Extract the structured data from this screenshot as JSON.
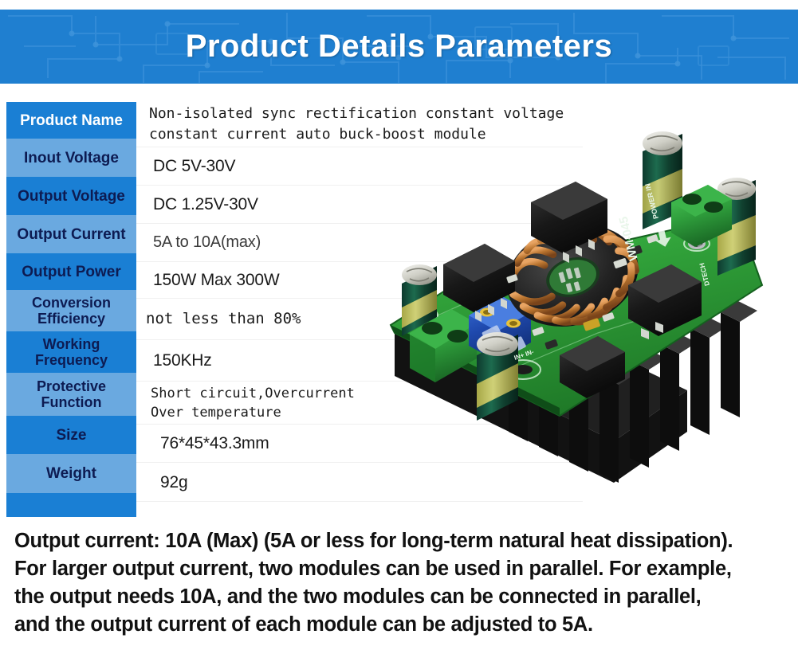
{
  "header": {
    "title": "Product Details Parameters",
    "background_color": "#1f7fd0",
    "title_color": "#ffffff"
  },
  "table": {
    "label_color_dark": "#1a7fd4",
    "label_color_light": "#6aa9e0",
    "label_text_color": "#0d1b52",
    "rows": [
      {
        "label": "Product Name",
        "value": "Non-isolated sync rectification constant voltage\nconstant current auto buck-boost module"
      },
      {
        "label": "Inout Voltage",
        "value": "DC 5V-30V"
      },
      {
        "label": "Output Voltage",
        "value": "DC 1.25V-30V"
      },
      {
        "label": "Output Current",
        "value": "5A to 10A(max)"
      },
      {
        "label": "Output Power",
        "value": "150W  Max 300W"
      },
      {
        "label": "Conversion\nEfficiency",
        "value": "not less than 80%"
      },
      {
        "label": "Working\nFrequency",
        "value": "150KHz"
      },
      {
        "label": "Protective\nFunction",
        "value": "Short circuit,Overcurrent\nOver temperature"
      },
      {
        "label": "Size",
        "value": "76*45*43.3mm"
      },
      {
        "label": "Weight",
        "value": "92g"
      }
    ]
  },
  "product_photo": {
    "alt": "DC-DC buck-boost converter module with black finned heatsink",
    "pcb_color": "#2e9e3a",
    "heatsink_color": "#1a1a1a",
    "silkscreen_labels": [
      "WM-045",
      "POWER IN",
      "DTECH"
    ]
  },
  "bottom_note": {
    "line1": "Output current: 10A (Max) (5A or less for long-term natural heat dissipation).",
    "line2": "For larger output current, two modules can be used in parallel. For example,",
    "line3": "the output needs 10A, and the two modules can be connected in parallel,",
    "line4": "and the output current of each module can be adjusted to 5A."
  }
}
